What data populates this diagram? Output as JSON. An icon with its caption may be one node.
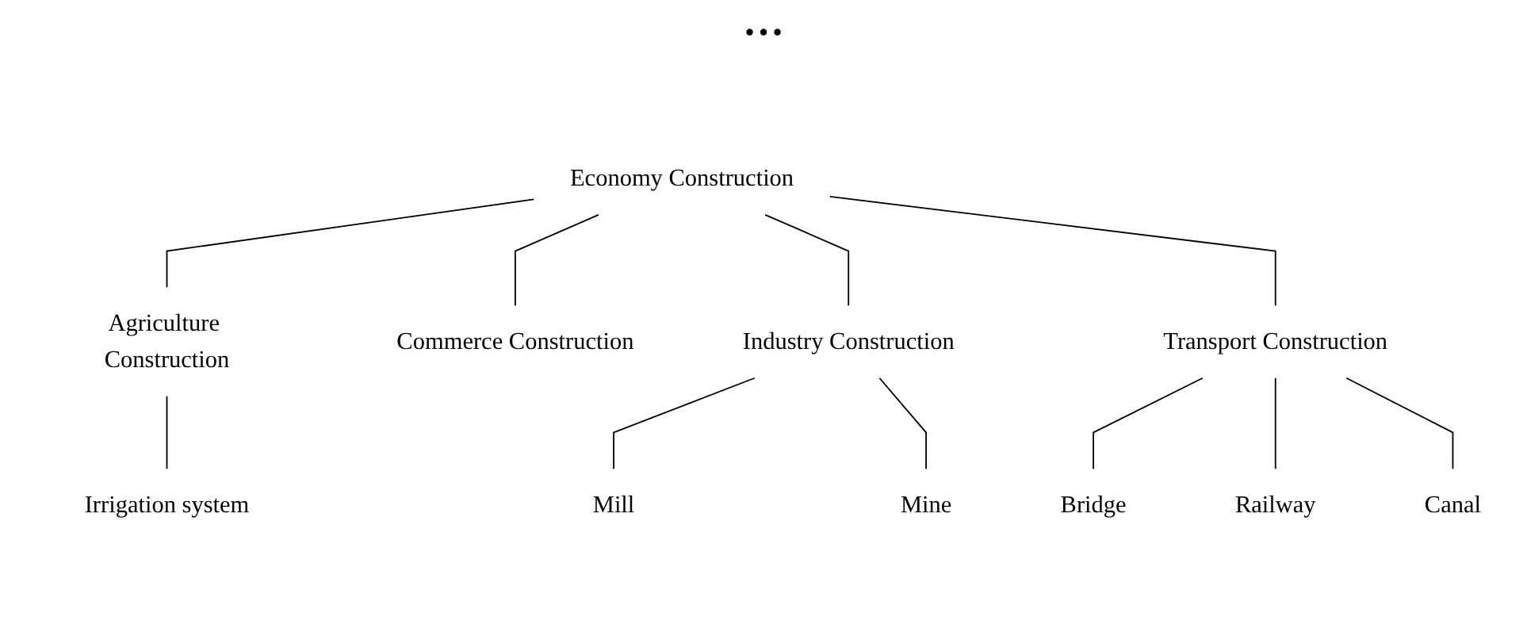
{
  "diagram": {
    "nodes": [
      {
        "text": [
          "Economy Construction"
        ]
      },
      {
        "text": [
          "Agriculture Construction"
        ]
      },
      {
        "text": [
          "Commerce Construction"
        ]
      },
      {
        "text": [
          "Industry Construction"
        ]
      },
      {
        "text": [
          "Transport Construction"
        ]
      },
      {
        "text": [
          "Irrigation system"
        ]
      },
      {
        "text": [
          "Mill"
        ]
      },
      {
        "text": [
          "Mine"
        ]
      },
      {
        "text": [
          "Bridge"
        ]
      },
      {
        "text": [
          "Railway"
        ]
      },
      {
        "text": [
          "Canal"
        ]
      }
    ],
    "edges": [
      {
        "from": 0,
        "to": 1,
        "arrow": "none"
      },
      {
        "from": 0,
        "to": 2,
        "arrow": "none"
      },
      {
        "from": 0,
        "to": 3,
        "arrow": "none"
      },
      {
        "from": 0,
        "to": 4,
        "arrow": "none"
      },
      {
        "from": 1,
        "to": 5,
        "arrow": "none"
      },
      {
        "from": 3,
        "to": 6,
        "arrow": "none"
      },
      {
        "from": 3,
        "to": 7,
        "arrow": "none"
      },
      {
        "from": 4,
        "to": 8,
        "arrow": "none"
      },
      {
        "from": 4,
        "to": 9,
        "arrow": "none"
      },
      {
        "from": 4,
        "to": 10,
        "arrow": "none"
      }
    ],
    "labels": [
      "…"
    ]
  }
}
